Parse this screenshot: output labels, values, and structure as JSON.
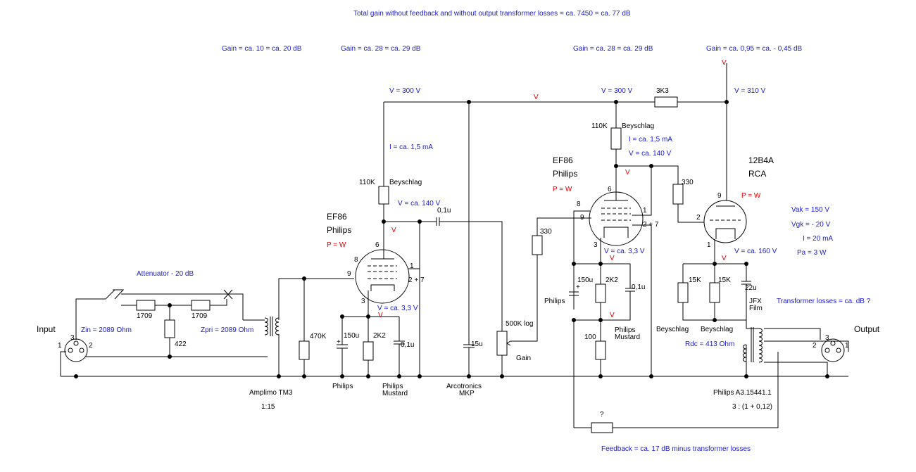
{
  "colors": {
    "wire": "#000000",
    "blue": "#1a1acc",
    "red": "#dd0000"
  },
  "notes": {
    "total_gain": "Total gain without feedback and without output transformer losses = ca. 7450 = ca. 77 dB",
    "gain1": "Gain = ca. 10 = ca. 20 dB",
    "gain2": "Gain = ca. 28 = ca. 29 dB",
    "gain3": "Gain = ca. 28 = ca. 29 dB",
    "gain4": "Gain = ca. 0,95 = ca. - 0,45 dB",
    "attenuator": "Attenuator - 20 dB",
    "zin": "Zin = 2089 Ohm",
    "zpri": "Zpri = 2089 Ohm",
    "i1": "I = ca. 1,5 mA",
    "i2": "I = ca. 1,5 mA",
    "va1": "V = ca. 140 V",
    "va2": "V = ca. 140 V",
    "vk1": "V = ca. 3,3 V",
    "vk2": "V = ca. 3,3 V",
    "vk3": "V = ca. 160 V",
    "vak": "Vak = 150 V",
    "vgk": "Vgk = - 20 V",
    "iout": "I = 20 mA",
    "pa": "Pa = 3 W",
    "transformer_losses": "Transformer losses = ca. dB ?",
    "rdc": "Rdc = 413 Ohm",
    "feedback": "Feedback = ca. 17 dB minus transformer losses"
  },
  "rails": {
    "v300a": "V = 300 V",
    "v300b": "V = 300 V",
    "v310": "V = 310 V"
  },
  "red": {
    "v": "V",
    "p": "P = W"
  },
  "io": {
    "input": "Input",
    "output": "Output"
  },
  "tubes": {
    "t1_name": "EF86",
    "t1_brand": "Philips",
    "t2_name": "EF86",
    "t2_brand": "Philips",
    "t3_name": "12B4A",
    "t3_brand": "RCA"
  },
  "components": {
    "r1709": "1709",
    "r422": "422",
    "r470k": "470K",
    "r110k": "110K",
    "beyschlag": "Beyschlag",
    "c01u": "0,1u",
    "c150u": "150u",
    "r2k2": "2K2",
    "philips": "Philips",
    "philips_mustard": "Philips\nMustard",
    "c15u": "15u",
    "arcotronics": "Arcotronics\nMKP",
    "pot": "500K log",
    "gain": "Gain",
    "r330": "330",
    "r100": "100",
    "r3k3": "3K3",
    "r15k": "15K",
    "c22u": "22u",
    "jfx": "JFX\nFilm",
    "amplimo": "Amplimo TM3",
    "ratio_in": "1:15",
    "ot": "Philips A3.15441.1",
    "ratio_out": "3 : (1 + 0,12)",
    "q": "?"
  },
  "pins": {
    "p1": "1",
    "p2": "2",
    "p3": "3",
    "p6": "6",
    "p8": "8",
    "p9": "9",
    "p27": "2 + 7"
  }
}
